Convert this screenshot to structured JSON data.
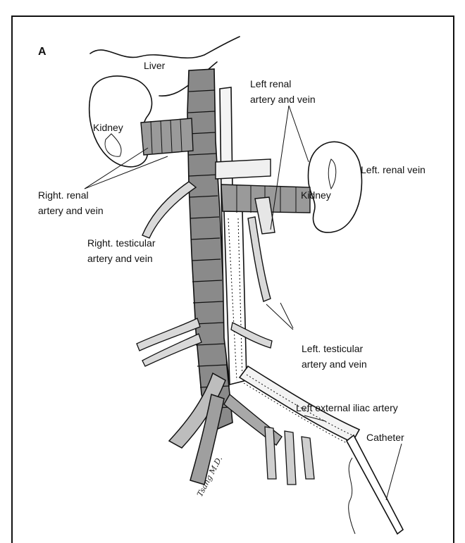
{
  "figure": {
    "panel_letter": "A",
    "signature": "Tsang M.D.",
    "labels": {
      "liver": "Liver",
      "kidney_right": "Kidney",
      "kidney_left": "Kidney",
      "left_renal_av_line1": "Left renal",
      "left_renal_av_line2": "artery and vein",
      "left_renal_vein": "Left. renal vein",
      "right_renal_line1": "Right. renal",
      "right_renal_line2": "artery and vein",
      "right_testicular_line1": "Right. testicular",
      "right_testicular_line2": "artery and vein",
      "left_testicular_line1": "Left. testicular",
      "left_testicular_line2": "artery and vein",
      "left_external_iliac": "Left external iliac artery",
      "catheter": "Catheter"
    }
  }
}
